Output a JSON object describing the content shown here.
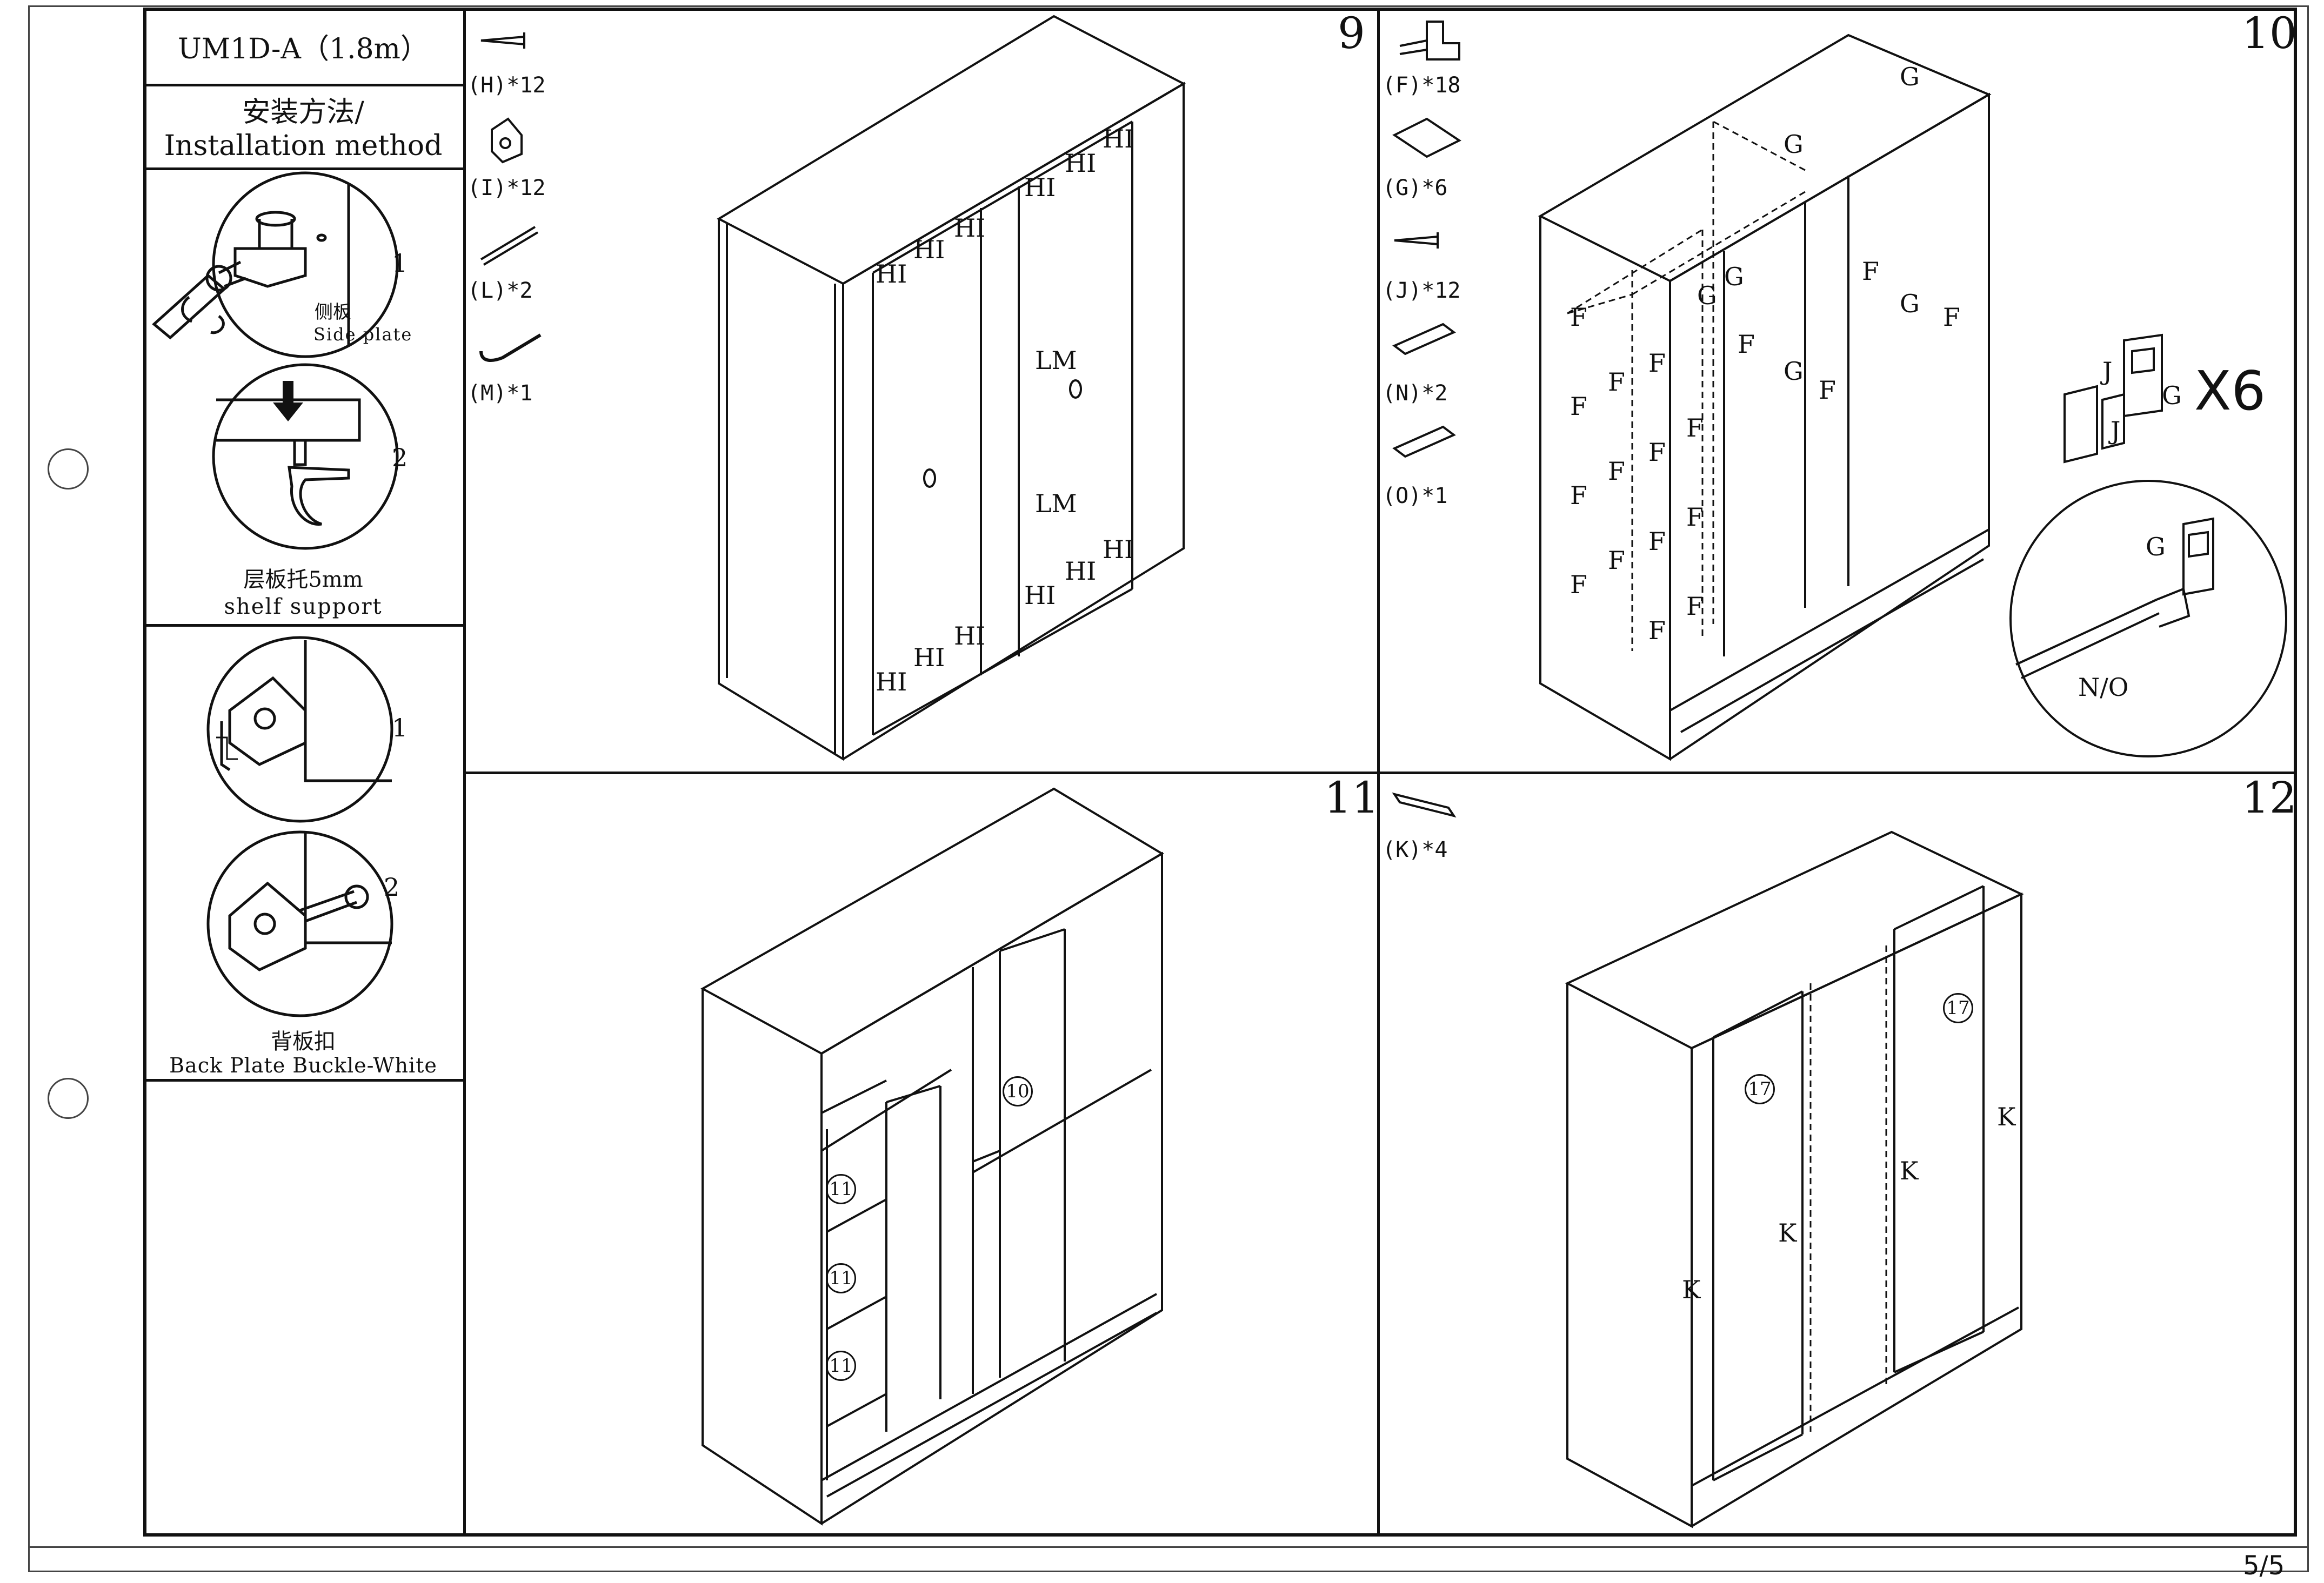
{
  "header": {
    "model": "UM1D-A（1.8m）",
    "method_cn": "安装方法/",
    "method_en": "Installation method"
  },
  "sidebar": {
    "detail1": {
      "side_plate_cn": "侧板",
      "side_plate_en": "Side plate",
      "step1": "1",
      "step2": "2",
      "caption_cn": "层板托5mm",
      "caption_en": "shelf support"
    },
    "detail2": {
      "step1": "1",
      "step2": "2",
      "caption_cn": "背板扣",
      "caption_en": "Back Plate Buckle-White"
    }
  },
  "steps": {
    "s9": {
      "number": "9",
      "parts": [
        "(H)*12",
        "(I)*12",
        "(L)*2",
        "(M)*1"
      ],
      "labels": {
        "hi": "HI",
        "lm": "LM"
      }
    },
    "s10": {
      "number": "10",
      "parts": [
        "(F)*18",
        "(G)*6",
        "(J)*12",
        "(N)*2",
        "(O)*1"
      ],
      "labels": {
        "f": "F",
        "g": "G",
        "j": "J",
        "x6": "X6",
        "no": "N/O"
      }
    },
    "s11": {
      "number": "11",
      "labels": {
        "p10": "10",
        "p11": "11"
      }
    },
    "s12": {
      "number": "12",
      "parts": [
        "(K)*4"
      ],
      "labels": {
        "k": "K",
        "p17": "17"
      }
    }
  },
  "footer": {
    "page": "5/5"
  }
}
